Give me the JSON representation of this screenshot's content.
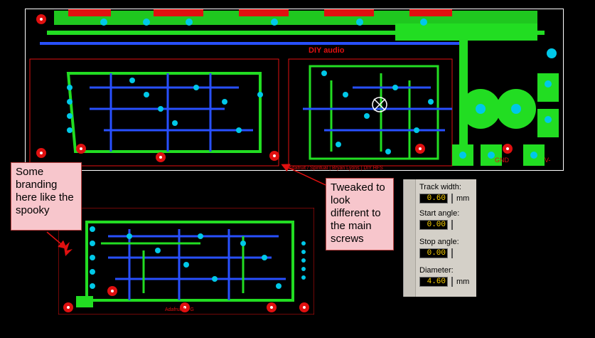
{
  "callouts": {
    "branding": "Some branding here like the spooky",
    "tweaked": "Tweaked to look different to the main screws"
  },
  "board_labels": {
    "main_title": "DIY audio",
    "gnd": "GND",
    "v_minus": "V-",
    "credits": "Adafruit / Spiritual | Bryan Lyons | DIY HFS",
    "sub_credits": "Adafruit NFG"
  },
  "panel": {
    "track_width": {
      "label": "Track width:",
      "value": "0.60",
      "unit": "mm"
    },
    "start_angle": {
      "label": "Start angle:",
      "value": "0.00",
      "unit": ""
    },
    "stop_angle": {
      "label": "Stop angle:",
      "value": "0.00",
      "unit": ""
    },
    "diameter": {
      "label": "Diameter:",
      "value": "4.60",
      "unit": "mm"
    }
  },
  "colors": {
    "copper_top": "#22dd22",
    "copper_bottom": "#2850ff",
    "silkscreen": "#e01010",
    "pad": "#00c8e8",
    "callout_bg": "#f7c6cc",
    "value_text": "#ffd400"
  }
}
